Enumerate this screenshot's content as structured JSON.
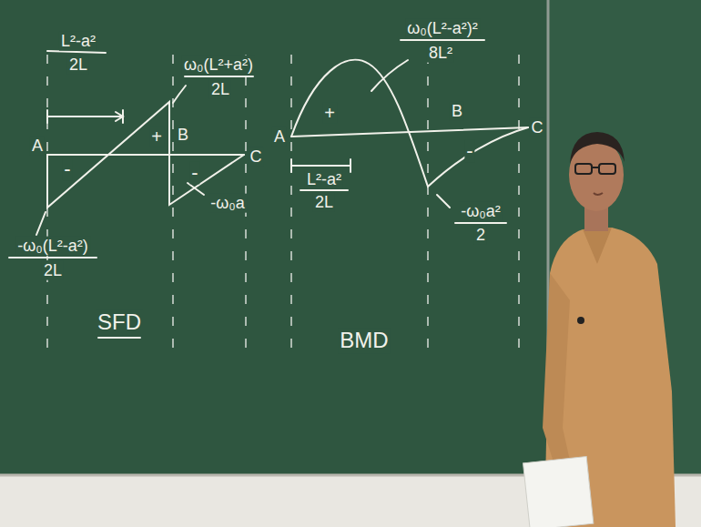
{
  "diagram": {
    "labels": [
      "L²-a²",
      "2L",
      "ω₀(L²-a²)²",
      "8L²",
      "ω₀(L²+a²)",
      "2L",
      "A",
      "+",
      "B",
      "C",
      "-",
      "-",
      "-ω₀a",
      "A",
      "+",
      "B",
      "C",
      "-",
      "L²-a²",
      "2L",
      "-ω₀a²",
      "2",
      "-ω₀(L²-a²)",
      "2L",
      "SFD",
      "BMD"
    ]
  }
}
